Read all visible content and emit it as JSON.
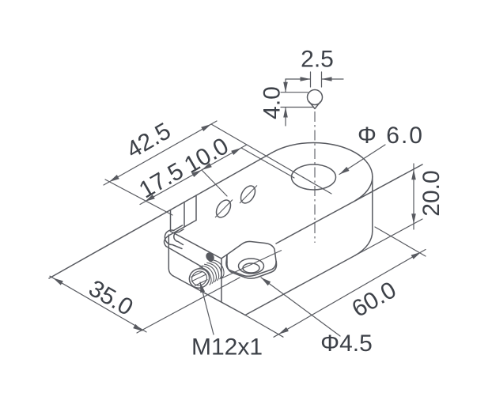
{
  "drawing": {
    "type": "isometric technical drawing of rectangular inductive sensor block",
    "labels": {
      "pin_width": "2.5",
      "pin_height": "4.0",
      "length_to_hole": "42.5",
      "hole1_offset": "17.5",
      "hole_spacing": "10.0",
      "top_hole_dia": "Φ 6.0",
      "height": "20.0",
      "length": "60.0",
      "width": "35.0",
      "connector_thread": "M12x1",
      "tab_hole_dia": "Φ4.5"
    },
    "colors": {
      "line": "#585a60",
      "text": "#3d4148",
      "background": "#ffffff"
    }
  }
}
